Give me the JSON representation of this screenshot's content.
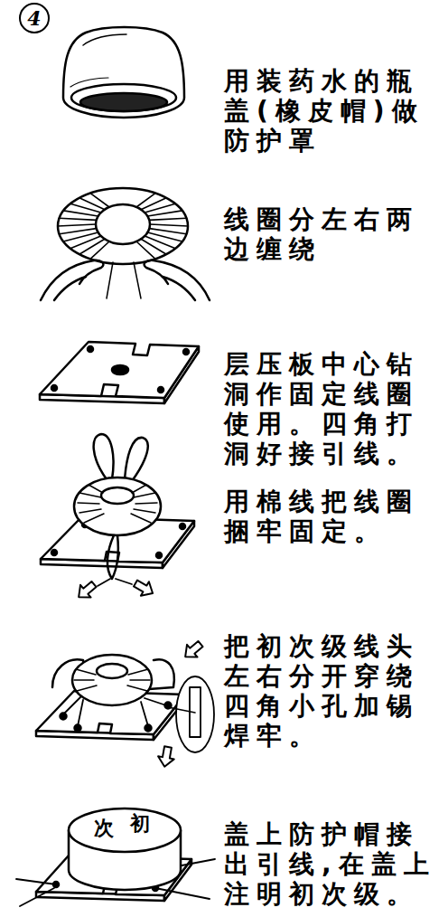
{
  "diagram": {
    "nodes": [
      {
        "text": [
          "4"
        ]
      }
    ],
    "labels": [
      "用装药水的瓶盖(橡皮帽)做防护罩",
      "线圈分左右两边缠绕",
      "层压板中心钻洞作固定线圈使用。四角打洞好接引线。",
      "用棉线把线圈捆牢固定。",
      "把初次级线头左右分开穿绕四角小孔加锡焊牢。",
      "次",
      "初",
      "盖上防护帽接出引线,在盖上注明初次级。"
    ]
  }
}
